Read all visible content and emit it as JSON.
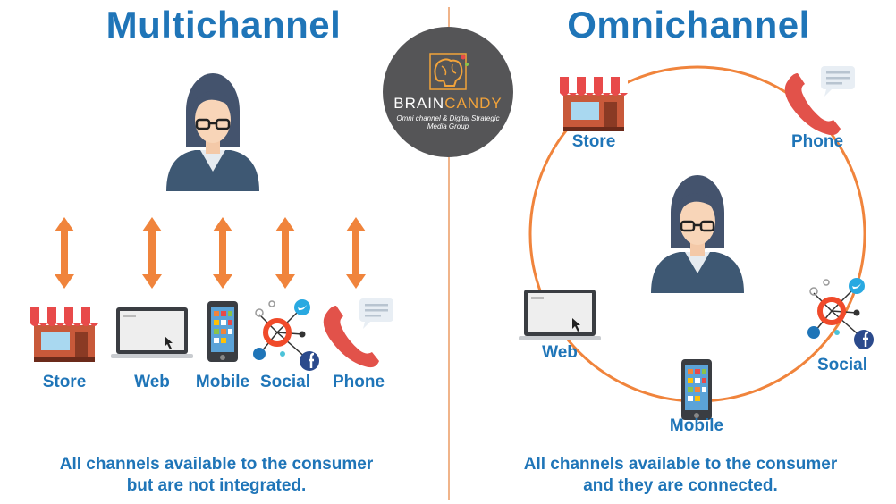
{
  "multichannel": {
    "title": "Multichannel",
    "channels": [
      "Store",
      "Web",
      "Mobile",
      "Social",
      "Phone"
    ],
    "caption_line1": "All channels available to the consumer",
    "caption_line2": "but are not integrated."
  },
  "omnichannel": {
    "title": "Omnichannel",
    "channels": {
      "store": "Store",
      "phone": "Phone",
      "web": "Web",
      "social": "Social",
      "mobile": "Mobile"
    },
    "caption_line1": "All channels available to the consumer",
    "caption_line2": "and they are connected."
  },
  "logo": {
    "name_part1": "BRAIN",
    "name_part2": "CANDY",
    "tagline": "Omni channel & Digital Strategic Media Group"
  },
  "colors": {
    "title_blue": "#1f75b8",
    "arrow_orange": "#f0843c",
    "circle_orange": "#f0843c",
    "divider": "#f0b48a",
    "logo_bg": "#555557"
  }
}
